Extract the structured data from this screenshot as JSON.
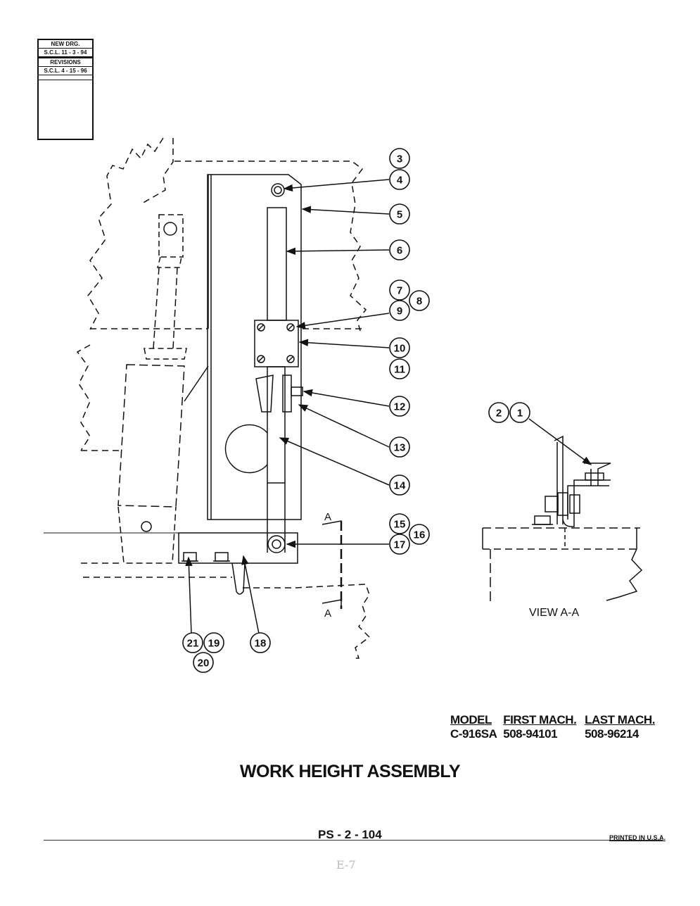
{
  "revision_block": {
    "new_drg_label": "NEW DRG.",
    "new_drg_date": "S.C.L. 11 - 3 - 94",
    "revisions_label": "REVISIONS",
    "revision_1": "S.C.L. 4 - 15 - 96"
  },
  "callouts": [
    "3",
    "4",
    "5",
    "6",
    "7",
    "8",
    "9",
    "10",
    "11",
    "12",
    "13",
    "14",
    "15",
    "16",
    "17",
    "18",
    "19",
    "20",
    "21",
    "2",
    "1"
  ],
  "section_marks": [
    "A",
    "A"
  ],
  "view_label": "VIEW A-A",
  "model_table": {
    "headers": [
      "MODEL",
      "FIRST MACH.",
      "LAST MACH."
    ],
    "rows": [
      [
        "C-916SA",
        "508-94101",
        "508-96214"
      ]
    ]
  },
  "title": "WORK HEIGHT ASSEMBLY",
  "page_number": "PS - 2 - 104",
  "printed_note": "PRINTED IN U.S.A.",
  "stamp": "E-7"
}
